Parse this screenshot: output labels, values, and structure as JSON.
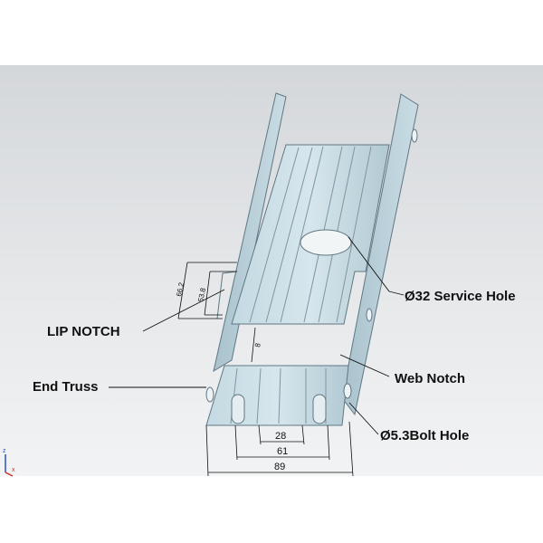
{
  "callouts": {
    "service_hole": "Ø32 Service Hole",
    "lip_notch": "LIP NOTCH",
    "web_notch": "Web Notch",
    "end_truss": "End Truss",
    "bolt_hole": "Ø5.3Bolt Hole"
  },
  "dimensions": {
    "d28": "28",
    "d61": "61",
    "d89": "89",
    "notch_66_2": "66.2",
    "notch_53_8": "53.8",
    "notch_gap": "8"
  },
  "triad": {
    "z": "z",
    "x": "x"
  },
  "colors": {
    "steel": "#b7cfd9",
    "steel_dark": "#8fa9b5",
    "background": "#dcdfe2"
  }
}
